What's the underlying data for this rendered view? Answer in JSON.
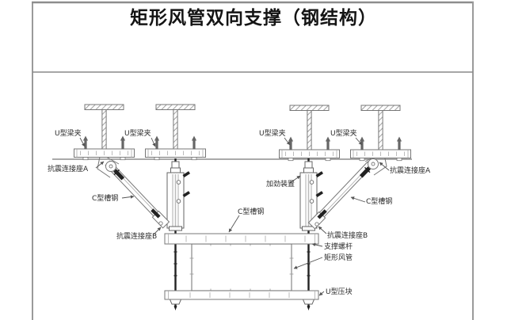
{
  "title": "矩形风管双向支撑（钢结构）",
  "labels": {
    "u_beam_clamp": "U型梁夹",
    "seismic_connector_a": "抗震连接座A",
    "seismic_connector_b": "抗震连接座B",
    "c_channel": "C型槽钢",
    "stiffening_device": "加劲装置",
    "support_screw_rod": "支撑螺杆",
    "rect_duct": "矩形风管",
    "u_pressure_block": "U型压块"
  },
  "colors": {
    "frame": "#9a9a9a",
    "line": "#777777",
    "dark_parts": "#222222",
    "text": "#2a2a2a",
    "background": "#ffffff"
  }
}
